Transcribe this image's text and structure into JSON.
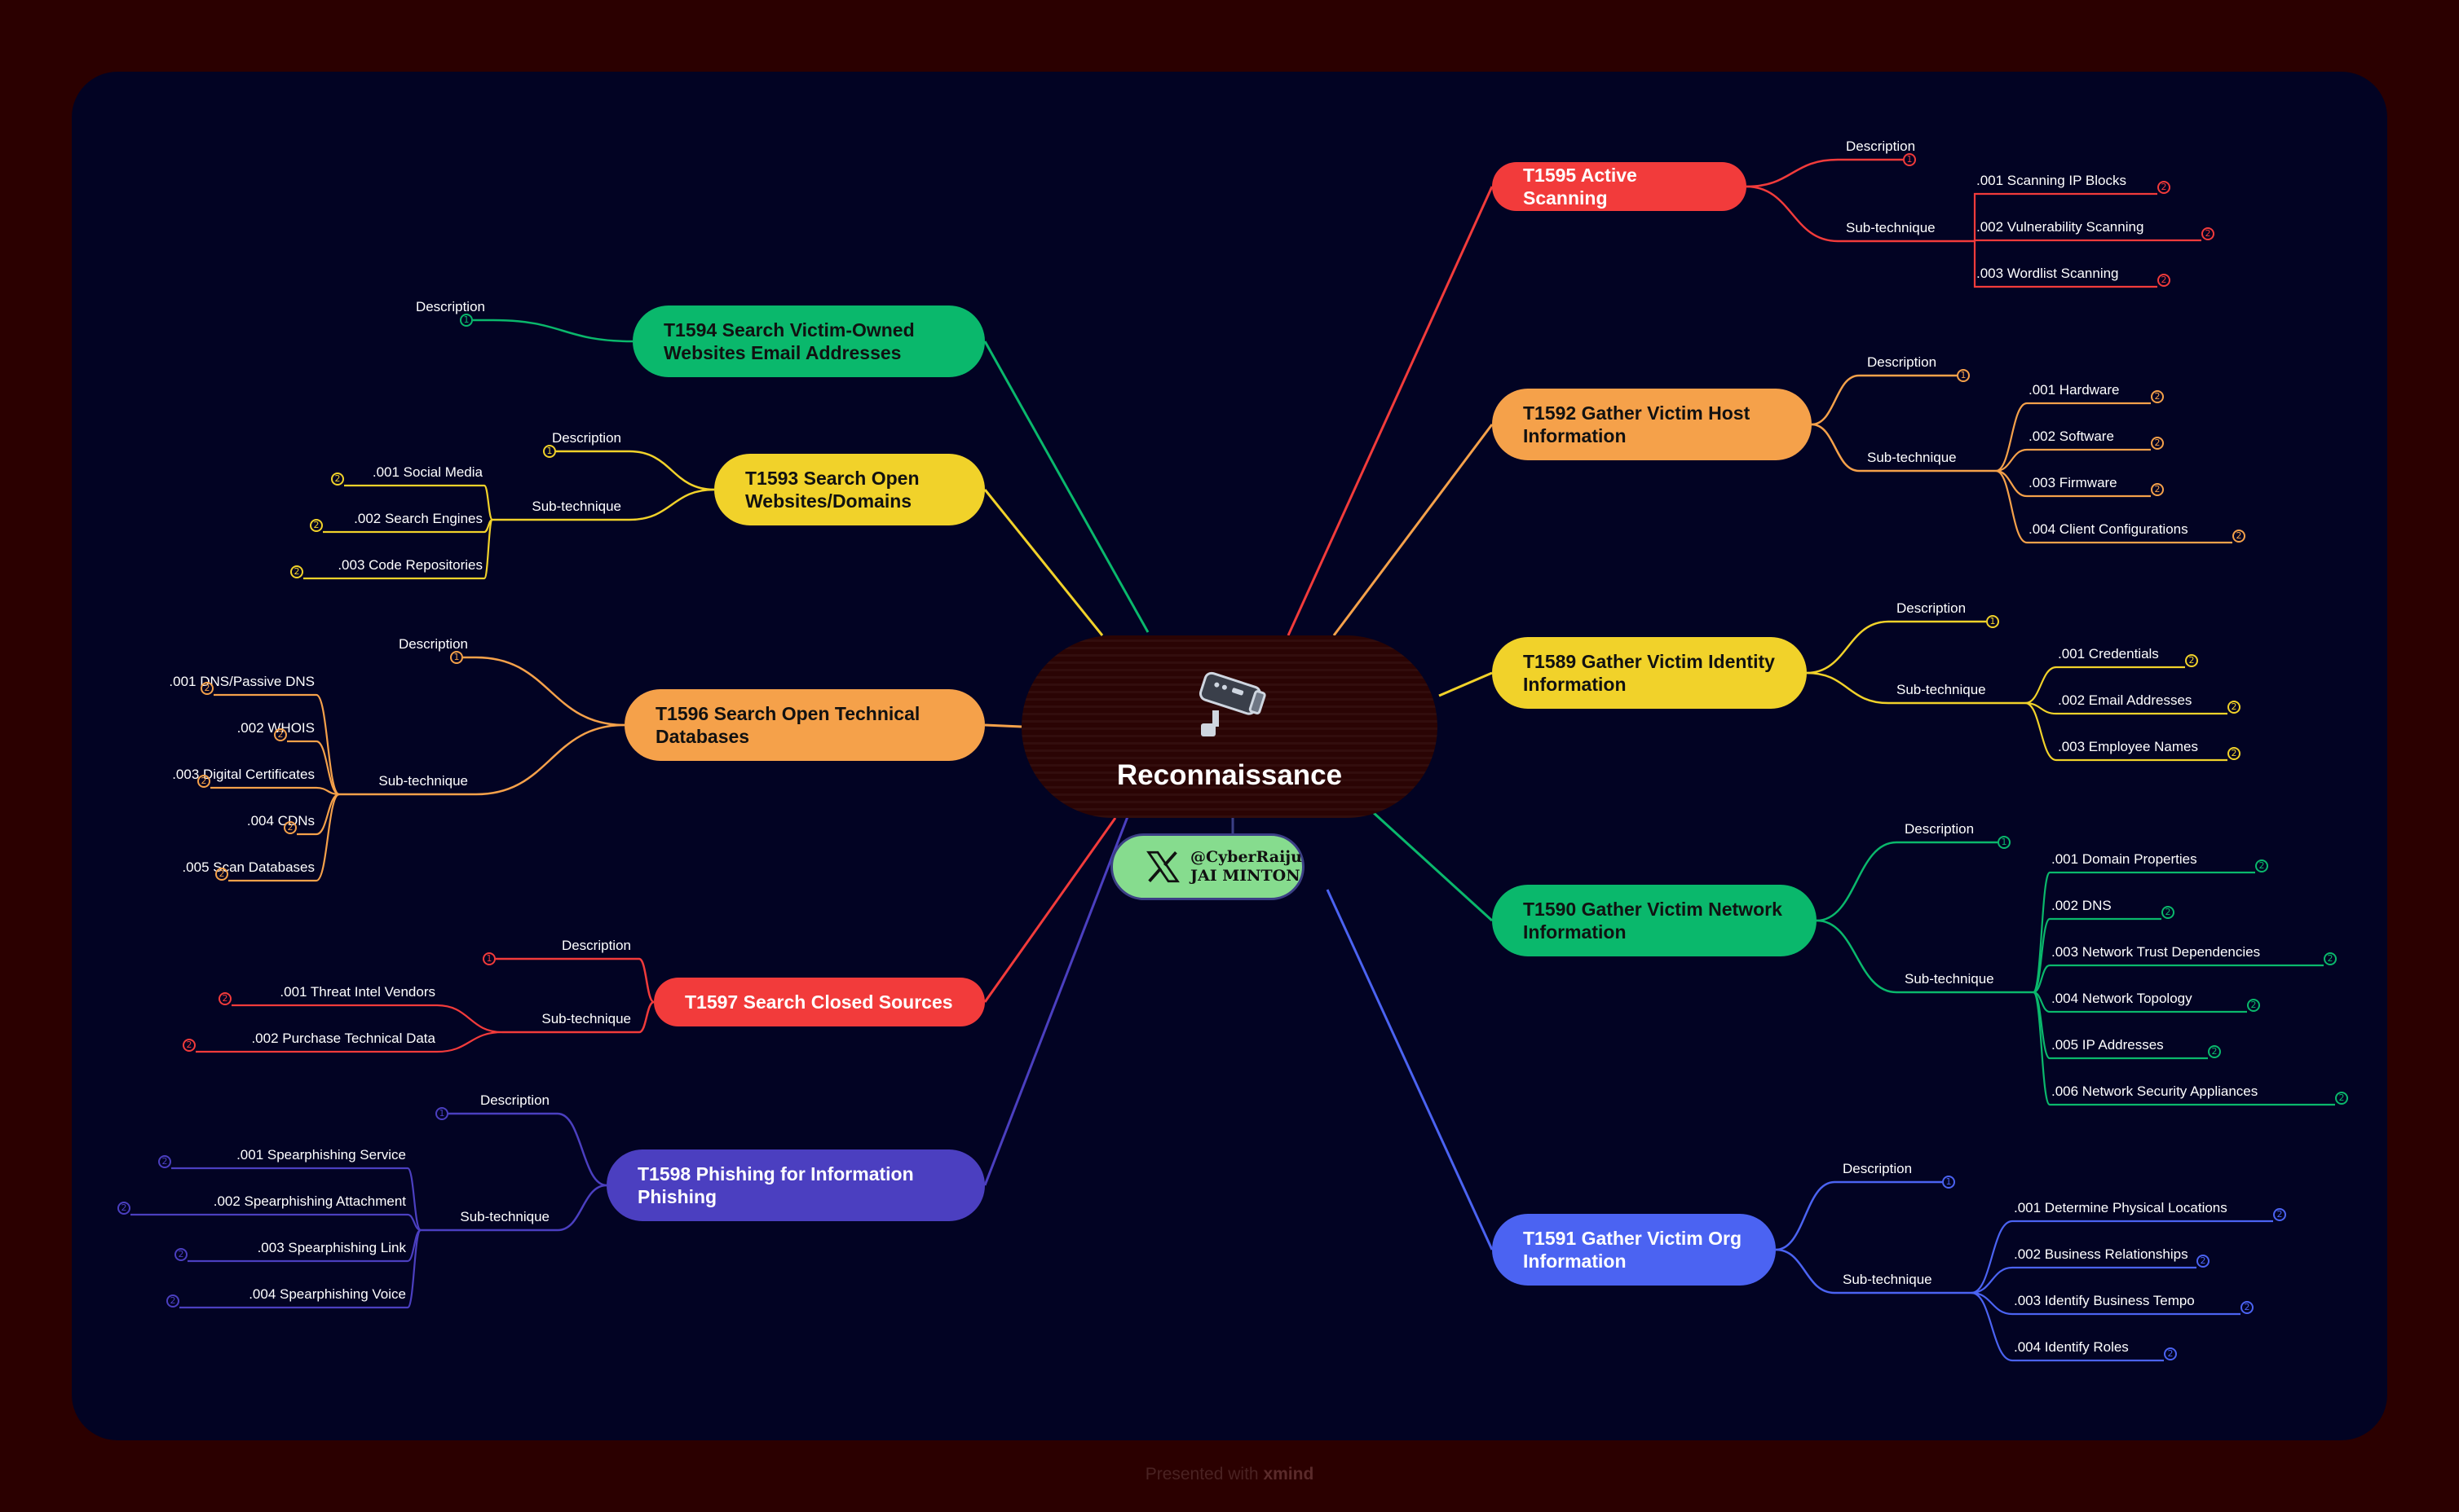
{
  "central": {
    "title": "Reconnaissance",
    "icon": "security-camera-icon"
  },
  "author": {
    "handle": "@CyberRaiju",
    "name": "JAI MINTON",
    "icon": "x-logo-icon"
  },
  "footer": {
    "prefix": "Presented with",
    "brand": "xmind"
  },
  "colors": {
    "canvas": "#020323",
    "border": "#2b0000",
    "red": "#f23b3b",
    "orange": "#f5a14a",
    "yellow": "#f1d22a",
    "green": "#0ab86c",
    "blue": "#4b63f2",
    "purple": "#4b3fc0"
  },
  "branches": [
    {
      "id": "t1595",
      "label": "T1595 Active Scanning",
      "color": "#f23b3b",
      "text_color": "light",
      "description": {
        "label": "Description",
        "count": "1"
      },
      "subtechnique_label": "Sub-technique",
      "subs": [
        {
          "label": ".001 Scanning IP Blocks",
          "count": "2"
        },
        {
          "label": ".002 Vulnerability Scanning",
          "count": "2"
        },
        {
          "label": ".003 Wordlist Scanning",
          "count": "2"
        }
      ]
    },
    {
      "id": "t1592",
      "label": "T1592 Gather Victim Host Information",
      "color": "#f5a14a",
      "text_color": "dark",
      "description": {
        "label": "Description",
        "count": "1"
      },
      "subtechnique_label": "Sub-technique",
      "subs": [
        {
          "label": ".001 Hardware",
          "count": "2"
        },
        {
          "label": ".002 Software",
          "count": "2"
        },
        {
          "label": ".003 Firmware",
          "count": "2"
        },
        {
          "label": ".004 Client Configurations",
          "count": "2"
        }
      ]
    },
    {
      "id": "t1589",
      "label": "T1589 Gather Victim Identity Information",
      "color": "#f1d22a",
      "text_color": "dark",
      "description": {
        "label": "Description",
        "count": "1"
      },
      "subtechnique_label": "Sub-technique",
      "subs": [
        {
          "label": ".001 Credentials",
          "count": "2"
        },
        {
          "label": ".002 Email Addresses",
          "count": "2"
        },
        {
          "label": ".003 Employee Names",
          "count": "2"
        }
      ]
    },
    {
      "id": "t1590",
      "label": "T1590 Gather Victim Network Information",
      "color": "#0ab86c",
      "text_color": "dark",
      "description": {
        "label": "Description",
        "count": "1"
      },
      "subtechnique_label": "Sub-technique",
      "subs": [
        {
          "label": ".001 Domain Properties",
          "count": "2"
        },
        {
          "label": ".002 DNS",
          "count": "2"
        },
        {
          "label": ".003 Network Trust Dependencies",
          "count": "2"
        },
        {
          "label": ".004 Network Topology",
          "count": "2"
        },
        {
          "label": ".005 IP Addresses",
          "count": "2"
        },
        {
          "label": ".006 Network Security Appliances",
          "count": "2"
        }
      ]
    },
    {
      "id": "t1591",
      "label": "T1591 Gather Victim Org Information",
      "color": "#4b63f2",
      "text_color": "light",
      "description": {
        "label": "Description",
        "count": "1"
      },
      "subtechnique_label": "Sub-technique",
      "subs": [
        {
          "label": ".001 Determine Physical Locations",
          "count": "2"
        },
        {
          "label": ".002 Business Relationships",
          "count": "2"
        },
        {
          "label": ".003 Identify Business Tempo",
          "count": "2"
        },
        {
          "label": ".004 Identify Roles",
          "count": "2"
        }
      ]
    },
    {
      "id": "t1594",
      "label": "T1594 Search Victim-Owned Websites Email Addresses",
      "color": "#0ab86c",
      "text_color": "dark",
      "description": {
        "label": "Description",
        "count": "1"
      },
      "subs": []
    },
    {
      "id": "t1593",
      "label": "T1593 Search Open Websites/Domains",
      "color": "#f1d22a",
      "text_color": "dark",
      "description": {
        "label": "Description",
        "count": "1"
      },
      "subtechnique_label": "Sub-technique",
      "subs": [
        {
          "label": ".001 Social Media",
          "count": "2"
        },
        {
          "label": ".002 Search Engines",
          "count": "2"
        },
        {
          "label": ".003 Code Repositories",
          "count": "2"
        }
      ]
    },
    {
      "id": "t1596",
      "label": "T1596 Search Open Technical Databases",
      "color": "#f5a14a",
      "text_color": "dark",
      "description": {
        "label": "Description",
        "count": "1"
      },
      "subtechnique_label": "Sub-technique",
      "subs": [
        {
          "label": ".001 DNS/Passive DNS",
          "count": "2"
        },
        {
          "label": ".002 WHOIS",
          "count": "2"
        },
        {
          "label": ".003 Digital Certificates",
          "count": "2"
        },
        {
          "label": ".004 CDNs",
          "count": "2"
        },
        {
          "label": ".005 Scan Databases",
          "count": "2"
        }
      ]
    },
    {
      "id": "t1597",
      "label": "T1597 Search Closed Sources",
      "color": "#f23b3b",
      "text_color": "light",
      "description": {
        "label": "Description",
        "count": "1"
      },
      "subtechnique_label": "Sub-technique",
      "subs": [
        {
          "label": ".001 Threat Intel Vendors",
          "count": "2"
        },
        {
          "label": ".002 Purchase Technical Data",
          "count": "2"
        }
      ]
    },
    {
      "id": "t1598",
      "label": "T1598 Phishing for Information Phishing",
      "color": "#4b3fc0",
      "text_color": "light",
      "description": {
        "label": "Description",
        "count": "1"
      },
      "subtechnique_label": "Sub-technique",
      "subs": [
        {
          "label": ".001 Spearphishing Service",
          "count": "2"
        },
        {
          "label": ".002 Spearphishing Attachment",
          "count": "2"
        },
        {
          "label": ".003 Spearphishing Link",
          "count": "2"
        },
        {
          "label": ".004 Spearphishing Voice",
          "count": "2"
        }
      ]
    }
  ]
}
